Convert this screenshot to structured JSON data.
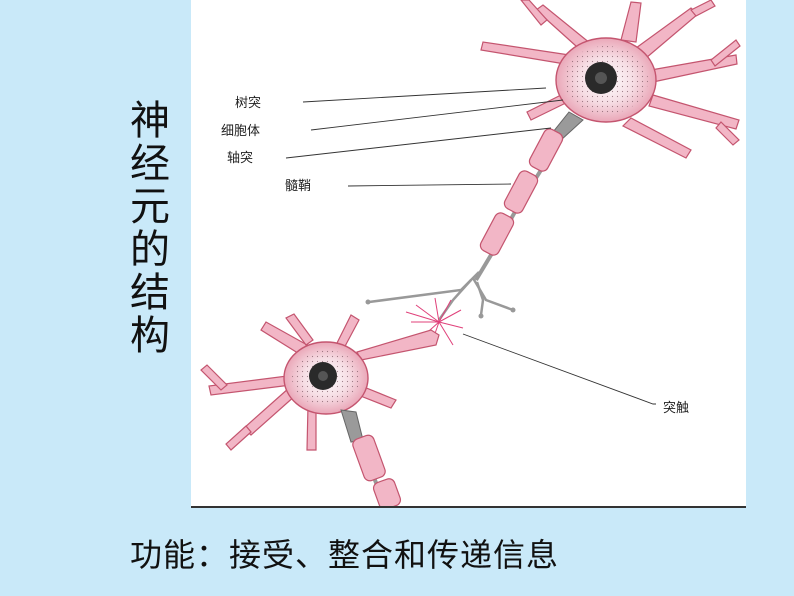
{
  "title_chars": [
    "神",
    "经",
    "元",
    "的",
    "结",
    "构"
  ],
  "labels": {
    "dendrite": "树突",
    "cell_body": "细胞体",
    "axon": "轴突",
    "myelin_sheath": "髓鞘",
    "synapse": "突触"
  },
  "function_text": "功能：接受、整合和传递信息",
  "colors": {
    "background": "#c9e9f9",
    "neuron_pink": "#f2b6c6",
    "neuron_edge": "#c4556f",
    "nucleus": "#2a2a2a"
  }
}
